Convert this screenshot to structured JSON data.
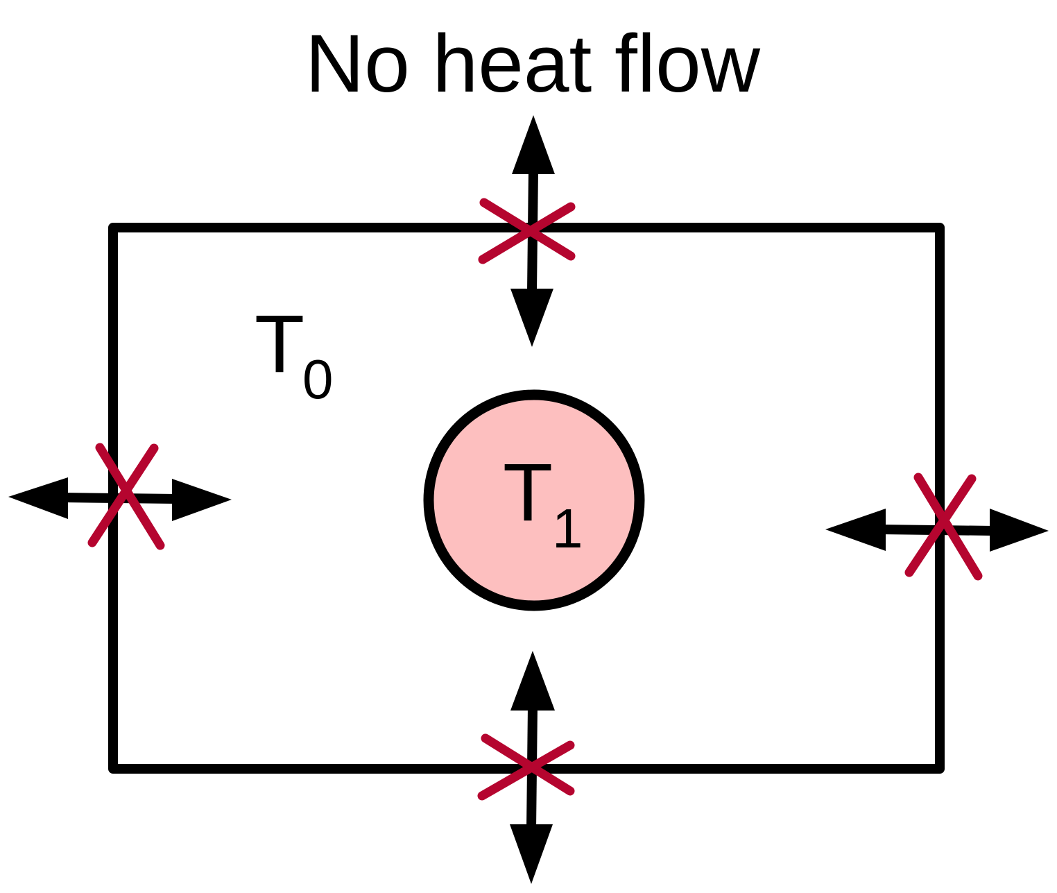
{
  "diagram": {
    "title": "No heat flow",
    "outer_region": {
      "label_main": "T",
      "label_sub": "0"
    },
    "inner_object": {
      "label_main": "T",
      "label_sub": "1",
      "fill_color": "#fdbfbf"
    },
    "colors": {
      "outline": "#000000",
      "blocked_mark": "#b5052f",
      "background": "#ffffff"
    },
    "icons": {
      "arrow": "double-headed-arrow",
      "block_mark": "cross-mark"
    }
  }
}
